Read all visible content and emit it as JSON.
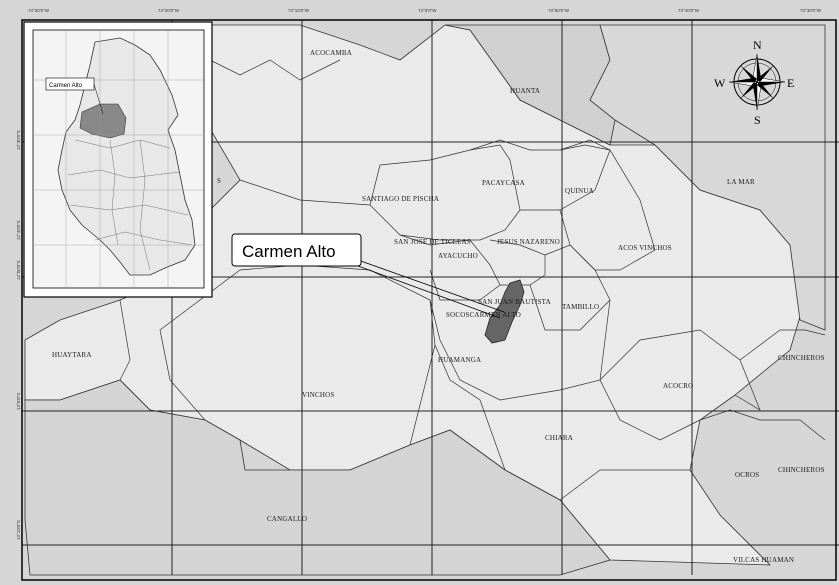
{
  "map": {
    "callout_label": "Carmen Alto",
    "inset_label": "Carmen Alto",
    "compass": {
      "n": "N",
      "s": "S",
      "e": "E",
      "w": "W"
    },
    "districts": {
      "acocamba": "ACOCAMBA",
      "huanta": "HUANTA",
      "la_mar": "LA MAR",
      "pacaycasa": "PACAYCASA",
      "quinua": "QUINUA",
      "santiago_de_pischa": "SANTIAGO DE PISCHA",
      "san_jose_de_ticllas": "SAN JOSE DE TICLLAS",
      "jesus_nazareno": "JESUS NAZARENO",
      "ayacucho": "AYACUCHO",
      "acos_vinchos": "ACOS VINCHOS",
      "san_juan_bautista": "SAN JUAN BAUTISTA",
      "tambillo": "TAMBILLO",
      "socos_carmen_alto": "SOCOSCARMEN ALTO",
      "huamanga": "HUAMANGA",
      "huaytara": "HUAYTARA",
      "vinchos": "VINCHOS",
      "acocro": "ACOCRO",
      "chinchero_1": "CHINCHEROS",
      "chiara": "CHIARA",
      "ocros": "OCROS",
      "chinchero_2": "CHINCHEROS",
      "cangallo": "CANGALLO",
      "vilcas_huaman": "VILCAS HUAMAN",
      "s_fragment": "S"
    },
    "top_ticks": [
      "74°30'0\"W",
      "74°20'0\"W",
      "74°10'0\"W",
      "74°0'0\"W",
      "73°50'0\"W",
      "73°40'0\"W",
      "73°30'0\"W"
    ],
    "left_ticks": [
      "12°30'0\"S",
      "12°40'0\"S",
      "12°50'0\"S",
      "13°0'0\"S",
      "13°10'0\"S",
      "13°20'0\"S"
    ]
  },
  "colors": {
    "light_region": "#e6e6e6",
    "dark_region": "#d2d2d2",
    "highlight": "#666666",
    "border": "#333333",
    "grid": "#222222"
  }
}
